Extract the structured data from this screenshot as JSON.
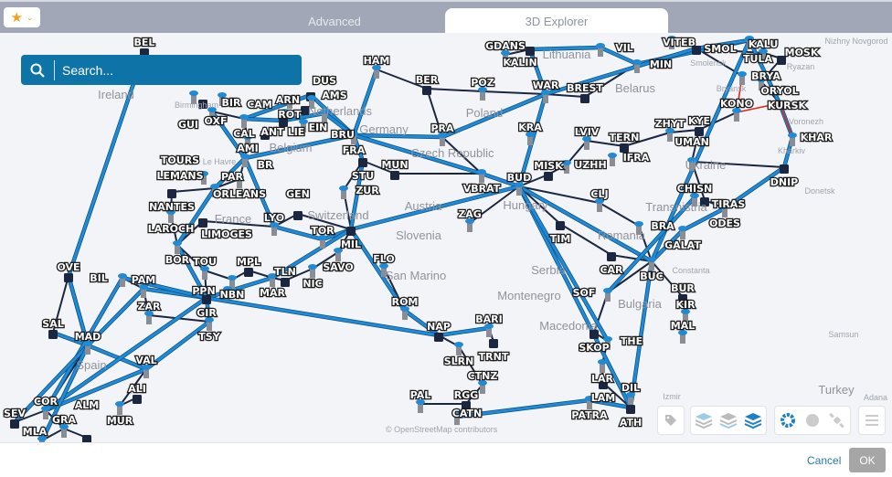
{
  "tabs": [
    {
      "label": "Advanced",
      "active": false
    },
    {
      "label": "3D Explorer",
      "active": true
    }
  ],
  "favorites": {
    "icon": "star-icon",
    "color": "#f0a21c"
  },
  "search": {
    "placeholder": "Search...",
    "value": ""
  },
  "map": {
    "attribution": "© OpenStreetMap contributors",
    "link_color": "#1f8ad6",
    "fiber_color": "#1b2740",
    "alarm_color": "#e0261b",
    "regions": [
      "Ireland",
      "Spain",
      "Austria",
      "Slovenia",
      "San Marino",
      "Montenegro",
      "Serbia",
      "Macedonia",
      "Bulgaria",
      "Hungary",
      "Romania",
      "Belarus",
      "Lithuania",
      "Ukraine",
      "Turkey",
      "Poland",
      "Czech Republic",
      "Germany",
      "Netherlands",
      "Belgium",
      "France",
      "Switzerland",
      "Transnistria"
    ],
    "cities": [
      "Nizhny Novgorod",
      "Ryazan",
      "Voronezh",
      "Kharkiv",
      "Donetsk",
      "Constanta",
      "Samsun",
      "Izmir",
      "Adana",
      "Le Havre",
      "Birmingham",
      "Smolensk",
      "Bryansk"
    ],
    "nodes": [
      "BEL",
      "BIR",
      "CAM",
      "OXF",
      "GUI",
      "CAL",
      "AMS",
      "ROT",
      "ARN",
      "EIN",
      "ANT",
      "DUS",
      "BRU",
      "LIE",
      "AMI",
      "BR",
      "FRA",
      "PAR",
      "STU",
      "LEMANS",
      "ORLEANS",
      "NANTES",
      "TOURS",
      "LAROCH",
      "LIMOGES",
      "BOR",
      "LYO",
      "GEN",
      "ZUR",
      "TOR",
      "MIL",
      "SAVO",
      "TOU",
      "MPL",
      "MAR",
      "NBN",
      "TLN",
      "NIC",
      "PPN",
      "GIR",
      "PAM",
      "BIL",
      "OVE",
      "ZAR",
      "TSY",
      "SAL",
      "MAD",
      "VAL",
      "ALI",
      "MUR",
      "COR",
      "SEV",
      "GRA",
      "MLA",
      "ALM",
      "FLO",
      "ROM",
      "NAP",
      "SLRN",
      "BARI",
      "TRNT",
      "CTNZ",
      "PAL",
      "RGG",
      "CATN",
      "HAM",
      "BER",
      "POZ",
      "GDANS",
      "KALIN",
      "VIL",
      "VITEB",
      "SMOL",
      "MIN",
      "WAR",
      "BREST",
      "KRA",
      "PRA",
      "MUN",
      "VBRAT",
      "BUD",
      "MISK",
      "UZHH",
      "LVIV",
      "TERN",
      "IFRA",
      "ZHYT",
      "KYE",
      "UMAN",
      "CLJ",
      "TIM",
      "BRA",
      "CHISN",
      "TIRAS",
      "ODES",
      "GALAT",
      "CAR",
      "BUC",
      "SOF",
      "BUR",
      "KIR",
      "MAL",
      "SKOP",
      "THE",
      "LAR",
      "LAM",
      "PATRA",
      "DIL",
      "ATH",
      "ZAG",
      "KALU",
      "TULA",
      "BRYA",
      "ORYOL",
      "KURSK",
      "KONO",
      "KHAR",
      "DNIP",
      "MOSK"
    ]
  },
  "controls": {
    "labels": "tag-icon",
    "layers": [
      "layers-light-icon",
      "layers-gray-icon",
      "layers-dark-icon"
    ],
    "modes": [
      "settings-icon",
      "night-mode-icon",
      "satellite-icon"
    ],
    "menu": "menu-icon"
  },
  "footer": {
    "cancel": "Cancel",
    "ok": "OK"
  }
}
